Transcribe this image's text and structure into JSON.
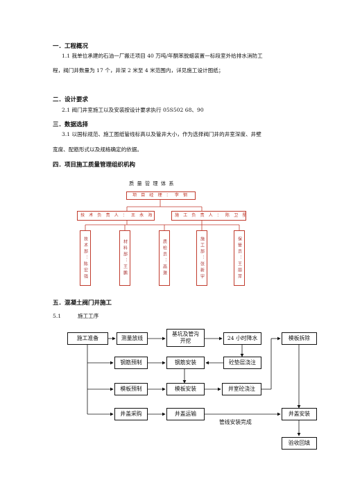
{
  "sections": {
    "s1_title": "一．工程概况",
    "s1_para_line1": "1.1 我单位承建的石油一厂搬迁项目 40 万吨/年酮苯脱蜡装置一标段室外给排水消防工",
    "s1_para_line2": "程，阀门井数量为 17 个，井深 2 米至 4 米范围内，详见施工设计图纸；",
    "s2_title": "二．设计要求",
    "s2_para": "2.1 阀门井室施工以及安装按设计要求执行 05S502 68、90",
    "s3_title": "三．数据选择",
    "s3_para_line1": "3.1 以国标规范、施工图纸管线标高以及管井大小，作为选择阀门井的井室深度、井壁",
    "s3_para_line2": "宽度、配筋形式以及规格确定的依据。",
    "s4_title": "四．项目施工质量管理组织机构",
    "s5_title": "五．混凝土阀门井施工",
    "s5_1": "5.1",
    "s5_1_label": "施工工序"
  },
  "org_chart": {
    "title": "质 量 管 理 体 系",
    "manager": "项 目 经 理 ：  李   钢",
    "tech_lead": "技 术 负 责 人 ：  王 永 海",
    "construction_lead": "施 工 负 责 人 ：  陈 卫 星",
    "departments": [
      "技术部：陈宏强",
      "材料部：王鹏",
      "质检员：高激",
      "施工部：张新宇",
      "保管员：王丽萍"
    ]
  },
  "flow": {
    "n_prepare": "施工准备",
    "n_survey": "测量放线",
    "n_trench_a": "基坑及管沟",
    "n_trench_b": "开挖",
    "n_dewater": "24 小时降水",
    "n_form_remove": "模板拆除",
    "n_rebar_pre": "钢筋预制",
    "n_rebar_inst": "钢筋安装",
    "n_cushion": "砼垫层浇注",
    "n_form_pre": "模板预制",
    "n_form_inst": "模板安装",
    "n_well_pour": "井室砼浇注",
    "n_cover_buy": "井盖采购",
    "n_cover_trans": "井盖运输",
    "n_cover_inst": "井盖安装",
    "n_pipe_done": "管线安装完成",
    "n_accept": "验收回填"
  }
}
